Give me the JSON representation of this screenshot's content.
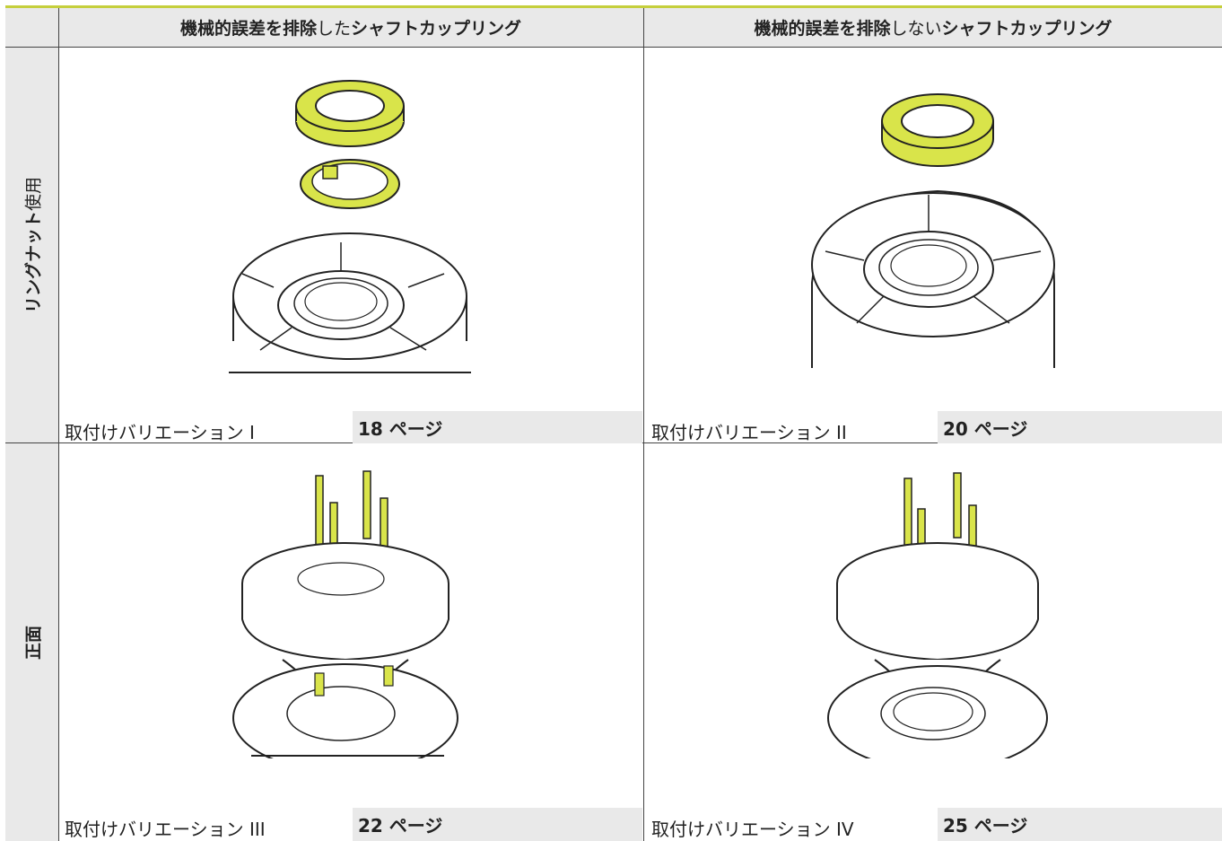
{
  "header": {
    "col1": {
      "bold_a": "機械的誤差を排除",
      "thin": "した",
      "bold_b": "シャフトカップリング"
    },
    "col2": {
      "bold_a": "機械的誤差を排除",
      "thin": "しない",
      "bold_b": "シャフトカップリング"
    }
  },
  "rows": [
    {
      "side_bold": "リングナット",
      "side_thin": "使用"
    },
    {
      "side_bold": "正面",
      "side_thin": ""
    }
  ],
  "cells": [
    {
      "caption": "取付けバリエーション I",
      "page": "18 ページ"
    },
    {
      "caption": "取付けバリエーション II",
      "page": "20 ページ"
    },
    {
      "caption": "取付けバリエーション III",
      "page": "22 ページ"
    },
    {
      "caption": "取付けバリエーション IV",
      "page": "25 ページ"
    }
  ],
  "colors": {
    "accent": "#c5cf3c",
    "part_fill": "#d9e44a",
    "header_bg": "#e9e9e9"
  }
}
